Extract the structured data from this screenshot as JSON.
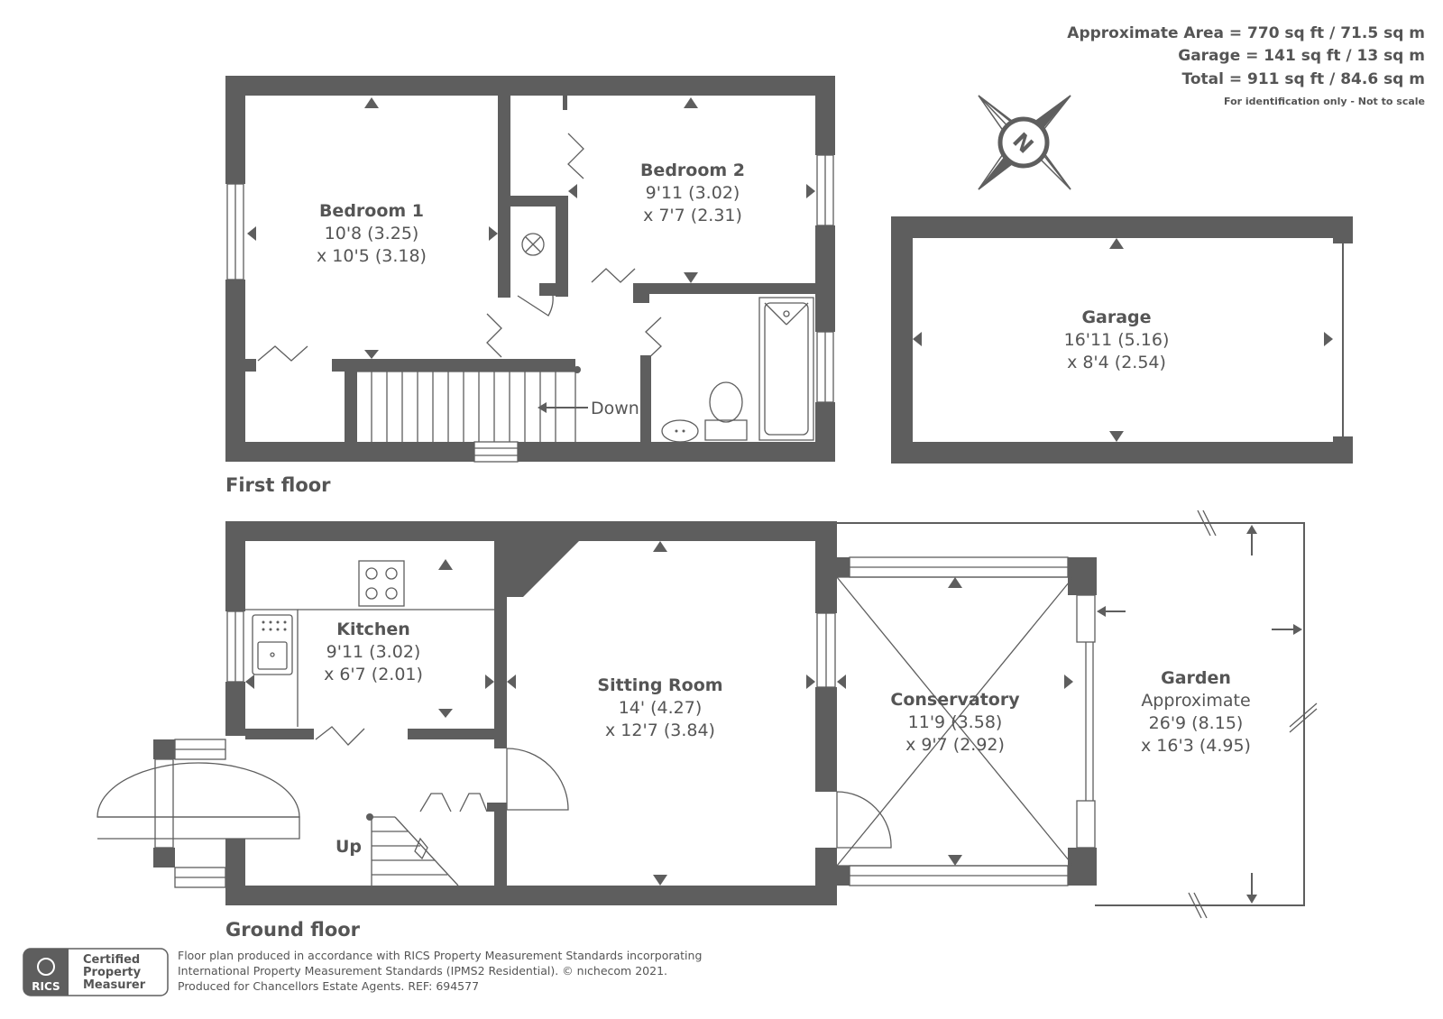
{
  "area_summary": {
    "approximate_area": "Approximate Area = 770 sq ft / 71.5 sq m",
    "garage": "Garage = 141 sq ft / 13 sq m",
    "total": "Total = 911 sq ft / 84.6 sq m",
    "note": "For identification only - Not to scale"
  },
  "compass": {
    "label": "N",
    "icon": "compass-north-icon"
  },
  "floors": {
    "first": {
      "label": "First floor",
      "rooms": [
        {
          "key": "bedroom1",
          "name": "Bedroom 1",
          "dim1": "10'8 (3.25)",
          "dim2": "x 10'5 (3.18)"
        },
        {
          "key": "bedroom2",
          "name": "Bedroom 2",
          "dim1": "9'11 (3.02)",
          "dim2": "x 7'7 (2.31)"
        },
        {
          "key": "garage",
          "name": "Garage",
          "dim1": "16'11 (5.16)",
          "dim2": "x 8'4 (2.54)"
        }
      ],
      "stairs_label": "Down"
    },
    "ground": {
      "label": "Ground floor",
      "rooms": [
        {
          "key": "kitchen",
          "name": "Kitchen",
          "dim1": "9'11 (3.02)",
          "dim2": "x 6'7 (2.01)"
        },
        {
          "key": "sitting",
          "name": "Sitting Room",
          "dim1": "14' (4.27)",
          "dim2": "x 12'7 (3.84)"
        },
        {
          "key": "conservatory",
          "name": "Conservatory",
          "dim1": "11'9 (3.58)",
          "dim2": "x 9'7 (2.92)"
        },
        {
          "key": "garden",
          "name": "Garden",
          "dim0": "Approximate",
          "dim1": "26'9 (8.15)",
          "dim2": "x 16'3 (4.95)"
        }
      ],
      "stairs_label": "Up"
    }
  },
  "badge": {
    "org": "RICS",
    "line1": "Certified",
    "line2": "Property",
    "line3": "Measurer"
  },
  "footer": {
    "line1": "Floor plan produced in accordance with RICS Property Measurement Standards incorporating",
    "line2": "International Property Measurement Standards (IPMS2 Residential).   © nıchecom 2021.",
    "line3": "Produced for Chancellors Estate Agents.   REF:  694577"
  },
  "colors": {
    "wall": "#5e5e5e",
    "text": "#555555",
    "background": "#ffffff"
  }
}
